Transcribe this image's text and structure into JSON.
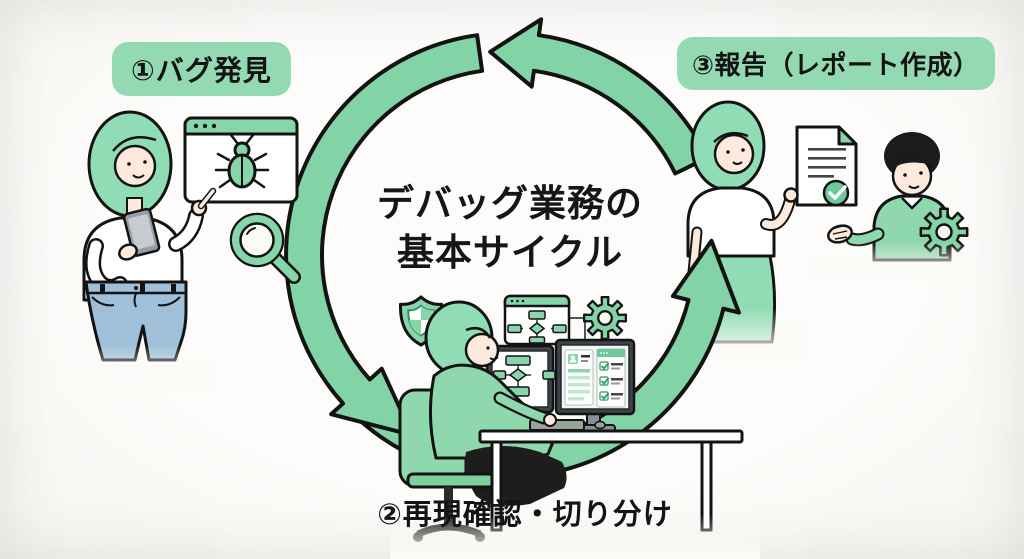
{
  "background_color": "#fbfaf7",
  "colors": {
    "accent_green": "#82d3a5",
    "label_background": "#93d9b1",
    "outline_ink": "#131313",
    "hair_green": "#90dcb4",
    "jeans_blue": "#9fc0d8",
    "monitor_bezel": "#3d4449"
  },
  "cycle": {
    "title_line1": "デバッグ業務の",
    "title_line2": "基本サイクル",
    "direction": "counterclockwise",
    "steps": [
      {
        "order": 1,
        "label": "①バグ発見",
        "position": "top-left",
        "has_badge": true
      },
      {
        "order": 2,
        "label": "②再現確認・切り分け",
        "position": "bottom-center",
        "has_badge": false
      },
      {
        "order": 3,
        "label": "③報告（レポート作成）",
        "position": "top-right",
        "has_badge": true
      }
    ]
  },
  "icons": {
    "cycle_arrows": "three-green-arc-arrows-counterclockwise",
    "bug_browser": "browser-window-with-bug",
    "magnifier": "magnifying-glass",
    "smartphone": "smartphone-in-hand",
    "shield": "checkered-security-shield",
    "gear": "gear",
    "flowchart_window": "browser-window-with-flowchart",
    "monitors": "dual-monitors-flowchart-and-checklist",
    "report_document": "document-with-checkmark"
  }
}
